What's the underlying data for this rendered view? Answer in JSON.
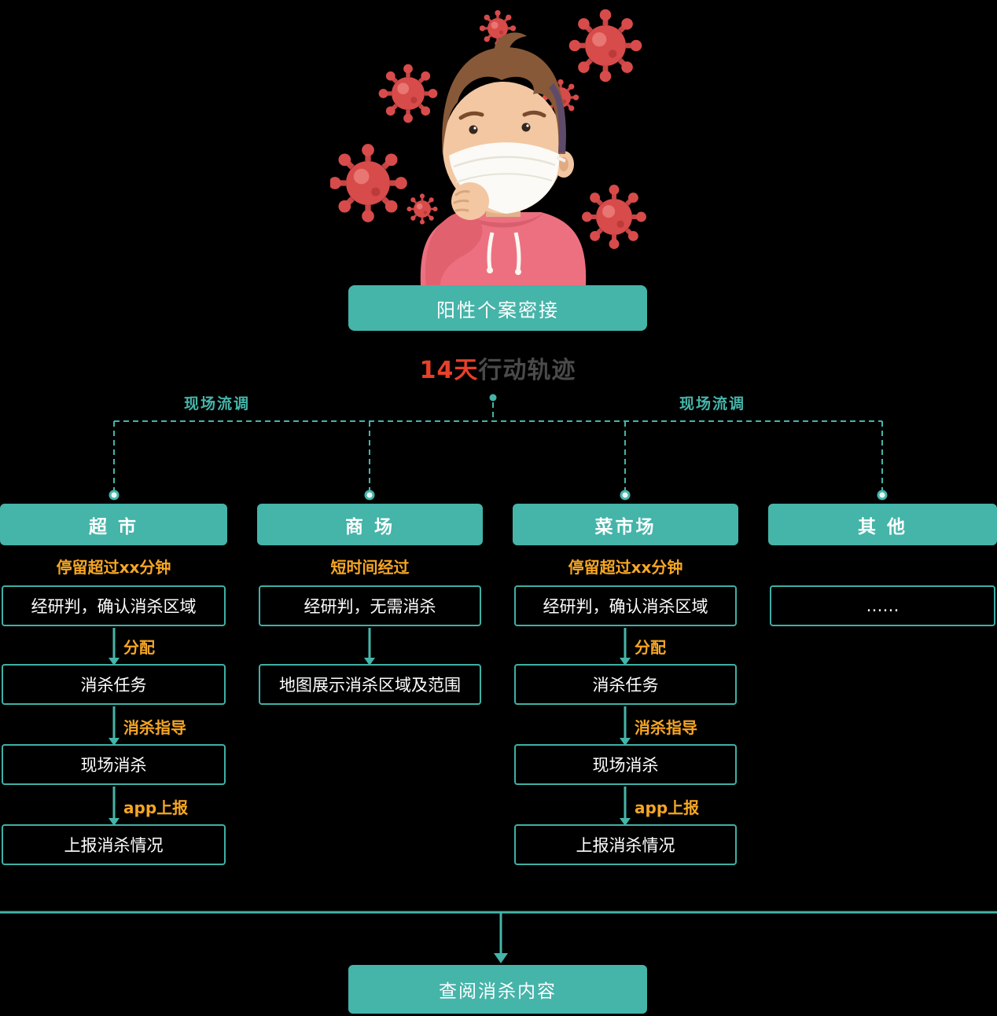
{
  "colors": {
    "teal": "#45b4a9",
    "orange": "#f5a623",
    "red": "#e8402a",
    "title_gray": "#4a4a4a",
    "box_text": "#ffffff",
    "background": "#000000"
  },
  "illustration": {
    "name": "boy-wearing-mask-coughing-with-virus-particles"
  },
  "header": {
    "case_label": "阳性个案密接",
    "trajectory_prefix": "14天",
    "trajectory_suffix": "行动轨迹",
    "branch_label_left": "现场流调",
    "branch_label_right": "现场流调"
  },
  "columns": [
    {
      "title": "超 市",
      "condition": "停留超过xx分钟",
      "steps": [
        "经研判，确认消杀区域",
        "消杀任务",
        "现场消杀",
        "上报消杀情况"
      ],
      "arrow_labels": [
        "分配",
        "消杀指导",
        "app上报"
      ]
    },
    {
      "title": "商 场",
      "condition": "短时间经过",
      "steps": [
        "经研判，无需消杀",
        "地图展示消杀区域及范围"
      ],
      "arrow_labels": []
    },
    {
      "title": "菜市场",
      "condition": "停留超过xx分钟",
      "steps": [
        "经研判，确认消杀区域",
        "消杀任务",
        "现场消杀",
        "上报消杀情况"
      ],
      "arrow_labels": [
        "分配",
        "消杀指导",
        "app上报"
      ]
    },
    {
      "title": "其 他",
      "condition": "",
      "steps": [
        "……"
      ],
      "arrow_labels": []
    }
  ],
  "footer": {
    "action_label": "查阅消杀内容"
  }
}
